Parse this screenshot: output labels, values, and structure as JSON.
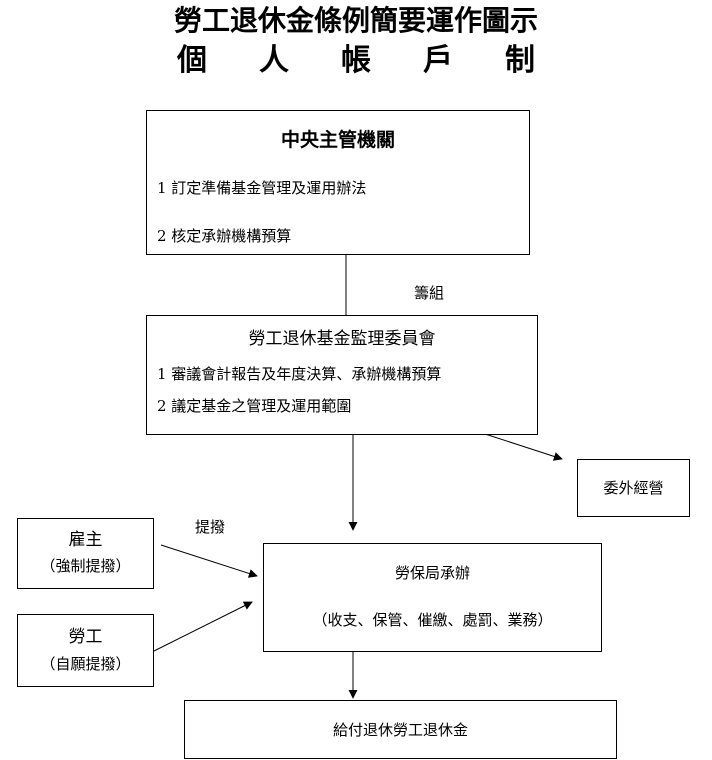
{
  "title": {
    "main": "勞工退休金條例簡要運作圖示",
    "sub": "個人帳戶制"
  },
  "central_authority": {
    "heading": "中央主管機關",
    "items": [
      "1 訂定準備基金管理及運用辦法",
      "2 核定承辦機構預算"
    ]
  },
  "edge_labels": {
    "organize": "籌組",
    "contribute": "提撥"
  },
  "supervisory_committee": {
    "heading": "勞工退休基金監理委員會",
    "items": [
      "1 審議會計報告及年度決算、承辦機構預算",
      "2 議定基金之管理及運用範圍"
    ]
  },
  "outsourced": {
    "label": "委外經營"
  },
  "employer": {
    "name": "雇主",
    "note": "（強制提撥）"
  },
  "worker": {
    "name": "勞工",
    "note": "（自願提撥）"
  },
  "labor_insurance_bureau": {
    "heading": "勞保局承辦",
    "duties": "（收支、保管、催繳、處罰、業務）"
  },
  "payout": {
    "label": "給付退休勞工退休金"
  }
}
